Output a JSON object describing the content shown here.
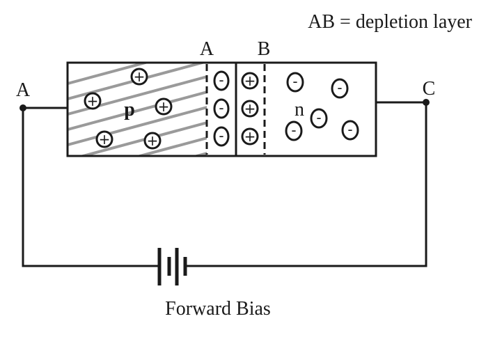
{
  "diagram": {
    "legend_text": "AB = depletion layer",
    "boundary_label_a": "A",
    "boundary_label_b": "B",
    "terminal_left": "A",
    "terminal_right": "C",
    "p_region_label": "p",
    "n_region_label": "n",
    "caption": "Forward Bias",
    "hole_sign": "+",
    "electron_sign": "-",
    "colors": {
      "stroke": "#1a1a1a",
      "hatch": "#9a9a9a",
      "background": "#ffffff"
    }
  }
}
